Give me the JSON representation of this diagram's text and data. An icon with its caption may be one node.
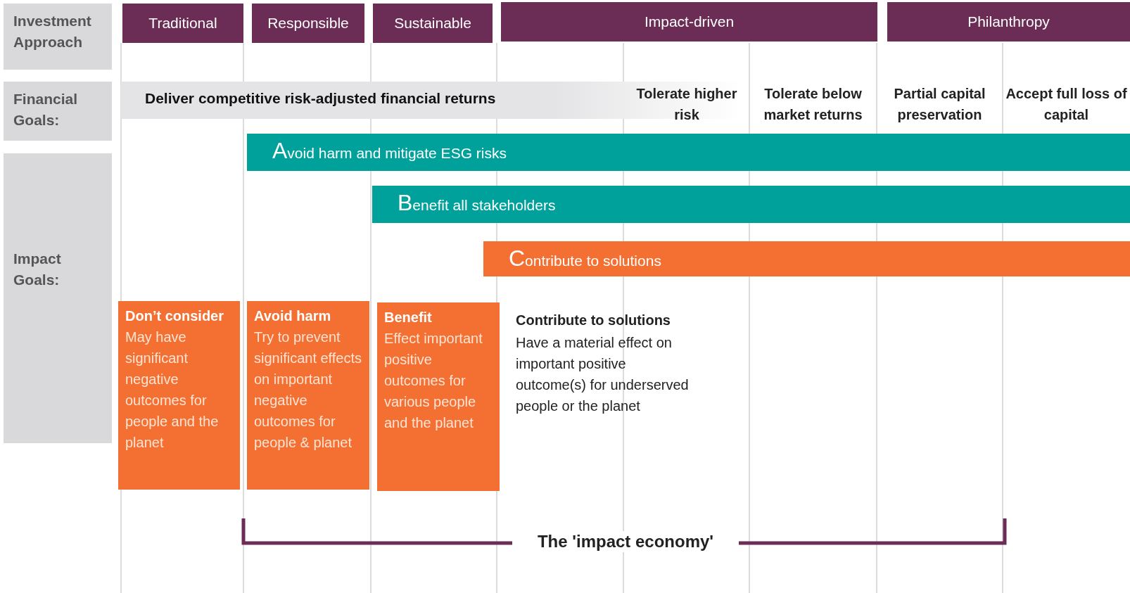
{
  "diagram": {
    "nodes": [
      {
        "text": [
          "Investment Approach"
        ]
      },
      {
        "text": [
          "Financial Goals:"
        ]
      },
      {
        "text": [
          "Impact Goals:"
        ]
      },
      {
        "text": [
          "Traditional"
        ]
      },
      {
        "text": [
          "Responsible"
        ]
      },
      {
        "text": [
          "Sustainable"
        ]
      },
      {
        "text": [
          "Impact-driven"
        ]
      },
      {
        "text": [
          "Philanthropy"
        ]
      },
      {
        "text": [
          "Deliver competitive risk-adjusted financial returns"
        ]
      },
      {
        "text": [
          "Avoid harm and mitigate ESG risks"
        ]
      },
      {
        "text": [
          "Benefit all stakeholders"
        ]
      },
      {
        "text": [
          "Contribute to solutions"
        ]
      },
      {
        "text": [
          "Don’t consider",
          "May have significant negative outcomes for people and the planet"
        ]
      },
      {
        "text": [
          "Avoid harm",
          "Try to prevent significant effects on important negative outcomes for people & planet"
        ]
      },
      {
        "text": [
          "Benefit",
          "Effect important positive outcomes for various people and the planet"
        ]
      }
    ],
    "edges": [],
    "labels": [
      "Tolerate higher risk",
      "Tolerate below market returns",
      "Partial capital preservation",
      "Accept full loss of capital",
      "Contribute to solutions",
      "Have a material effect on important positive outcome(s) for underserved people or the planet",
      "The 'impact economy'"
    ]
  }
}
